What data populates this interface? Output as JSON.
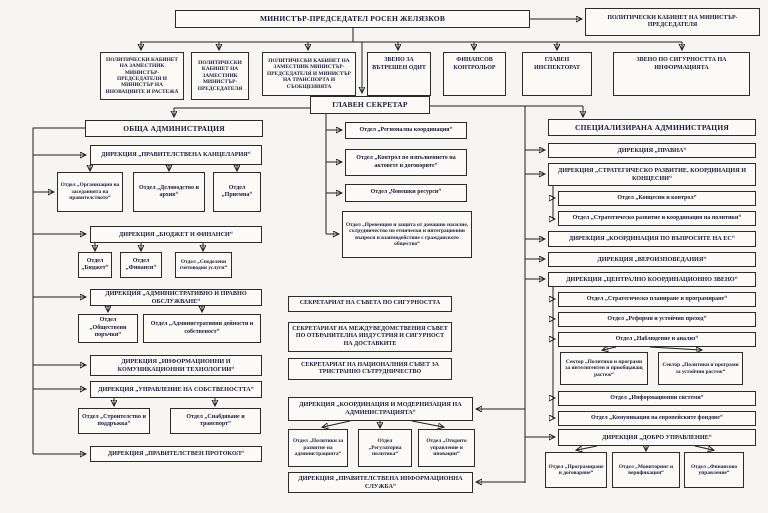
{
  "colors": {
    "box_border": "#2b2b2b",
    "text": "#1b1b3a",
    "page_background": "#f6f5f1"
  },
  "pm": {
    "label": "МИНИСТЪР-ПРЕДСЕДАТЕЛ РОСЕН ЖЕЛЯЗКОВ"
  },
  "pm_cabinet": {
    "label": "ПОЛИТИЧЕСКИ КАБИНЕТ НА МИНИСТЪР-ПРЕДСЕДАТЕЛЯ"
  },
  "row2": [
    {
      "label": "ПОЛИТИЧЕСКИ КАБИНЕТ НА ЗАМЕСТНИК МИНИСТЪР-ПРЕДСЕДАТЕЛЯ И МИНИСТЪР НА ИНОВАЦИИТЕ И РАСТЕЖА"
    },
    {
      "label": "ПОЛИТИЧЕСКИ КАБИНЕТ НА ЗАМЕСТНИК МИНИСТЪР-ПРЕДСЕДАТЕЛЯ"
    },
    {
      "label": "ПОЛИТИЧЕСКИ КАБИНЕТ НА ЗАМЕСТНИК МИНИСТЪР-ПРЕДСЕДАТЕЛЯ И МИНИСТЪР НА ТРАНСПОРТА И СЪОБЩЕНИЯТА"
    },
    {
      "label": "ЗВЕНО ЗА ВЪТРЕШЕН ОДИТ"
    },
    {
      "label": "ФИНАНСОВ КОНТРОЛЬОР"
    },
    {
      "label": "ГЛАВЕН ИНСПЕКТОРАТ"
    },
    {
      "label": "ЗВЕНО ПО СИГУРНОСТТА НА ИНФОРМАЦИЯТА"
    }
  ],
  "secretary_general": {
    "label": "ГЛАВЕН СЕКРЕТАР",
    "departments": [
      {
        "label": "Отдел „Регионална координация“"
      },
      {
        "label": "Отдел „Контрол по изпълнението на актовете и договорите“"
      },
      {
        "label": "Отдел „Човешки ресурси“"
      },
      {
        "label": "Отдел „Превенция и защита от домашно насилие, сътрудничество по етнически и интеграционни въпроси и взаимодействие с гражданското общество“"
      }
    ]
  },
  "secretariats": [
    {
      "label": "СЕКРЕТАРИАТ НА СЪВЕТА ПО СИГУРНОСТТА"
    },
    {
      "label": "СЕКРЕТАРИАТ НА МЕЖДУВЕДОМСТВЕНИЯ СЪВЕТ ПО ОТБРАНИТЕЛНА ИНДУСТРИЯ И СИГУРНОСТ НА ДОСТАВКИТЕ"
    },
    {
      "label": "СЕКРЕТАРИАТ НА НАЦИОНАЛНИЯ СЪВЕТ ЗА ТРИСТРАННО СЪТРУДНИЧЕСТВО"
    }
  ],
  "admin_modernization": {
    "label": "ДИРЕКЦИЯ „КООРДИНАЦИЯ И МОДЕРНИЗАЦИЯ НА АДМИНИСТРАЦИЯТА“",
    "departments": [
      {
        "label": "Отдел „Политики за развитие на администрацията“"
      },
      {
        "label": "Отдел „Регулаторна политика“"
      },
      {
        "label": "Отдел „Открито управление и иновации“"
      }
    ]
  },
  "gov_info_service": {
    "label": "ДИРЕКЦИЯ „ПРАВИТЕЛСТВЕНА ИНФОРМАЦИОННА СЛУЖБА“"
  },
  "general_administration": {
    "title": "ОБЩА АДМИНИСТРАЦИЯ",
    "directorates": [
      {
        "label": "ДИРЕКЦИЯ „ПРАВИТЕЛСТВЕНА КАНЦЕЛАРИЯ“",
        "departments": [
          "Отдел „Организация на заседанията на правителството“",
          "Отдел „Деловодство и архив“",
          "Отдел „Приемна“"
        ]
      },
      {
        "label": "ДИРЕКЦИЯ „БЮДЖЕТ И ФИНАНСИ“",
        "departments": [
          "Отдел „Бюджет“",
          "Отдел „Финанси“",
          "Отдел „Споделени счетоводни услуги“"
        ]
      },
      {
        "label": "ДИРЕКЦИЯ „АДМИНИСТРАТИВНО И ПРАВНО ОБСЛУЖВАНЕ“",
        "departments": [
          "Отдел „Обществени поръчки“",
          "Отдел „Административни дейности и собственост“"
        ]
      },
      {
        "label": "ДИРЕКЦИЯ „ИНФОРМАЦИОННИ И КОМУНИКАЦИОННИ ТЕХНОЛОГИИ“",
        "departments": []
      },
      {
        "label": "ДИРЕКЦИЯ „УПРАВЛЕНИЕ НА СОБСТВЕНОСТТА“",
        "departments": [
          "Отдел „Строителство и поддръжка“",
          "Отдел „Снабдяване и транспорт“"
        ]
      },
      {
        "label": "ДИРЕКЦИЯ „ПРАВИТЕЛСТВЕН ПРОТОКОЛ“",
        "departments": []
      }
    ]
  },
  "specialized_administration": {
    "title": "СПЕЦИАЛИЗИРАНА АДМИНИСТРАЦИЯ",
    "items": [
      {
        "label": "ДИРЕКЦИЯ „ПРАВНА“"
      },
      {
        "label": "ДИРЕКЦИЯ „СТРАТЕГИЧЕСКО РАЗВИТИЕ, КООРДИНАЦИЯ И КОНЦЕСИИ“"
      },
      {
        "label": "Отдел „Концесии и контрол“"
      },
      {
        "label": "Отдел „Стратегическо развитие и координация на политики“"
      },
      {
        "label": "ДИРЕКЦИЯ „КООРДИНАЦИЯ ПО ВЪПРОСИТЕ НА ЕС“"
      },
      {
        "label": "ДИРЕКЦИЯ „ВЕРОИЗПОВЕДАНИЯ“"
      },
      {
        "label": "ДИРЕКЦИЯ „ЦЕНТРАЛНО КООРДИНАЦИОННО ЗВЕНО“"
      },
      {
        "label": "Отдел „Стратегическо планиране и програмиране“"
      },
      {
        "label": "Отдел „Реформи и устойчив преход“"
      },
      {
        "label": "Отдел „Наблюдение и анализ“"
      },
      {
        "label": "Сектор „Политики и програми за интелигентен и приобщаващ растеж“"
      },
      {
        "label": "Сектор „Политики и програми за устойчив растеж“"
      },
      {
        "label": "Отдел „Информационни системи“"
      },
      {
        "label": "Отдел „Комуникация на европейските фондове“"
      },
      {
        "label": "ДИРЕКЦИЯ „ДОБРО УПРАВЛЕНИЕ“"
      },
      {
        "label": "Отдел „Програмиране и договаряне“"
      },
      {
        "label": "Отдел „Мониторинг и верификация“"
      },
      {
        "label": "Отдел „Финансово управление“"
      }
    ]
  }
}
